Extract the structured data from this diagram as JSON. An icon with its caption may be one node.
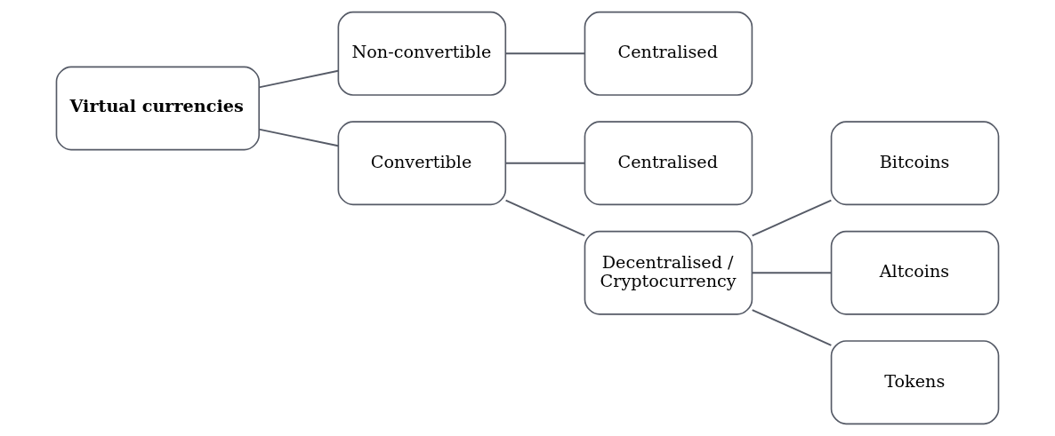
{
  "diagram": {
    "nodes": [
      {
        "text": [
          "Virtual currencies"
        ]
      },
      {
        "text": [
          "Non-convertible"
        ]
      },
      {
        "text": [
          "Centralised"
        ]
      },
      {
        "text": [
          "Convertible"
        ]
      },
      {
        "text": [
          "Centralised"
        ]
      },
      {
        "text": [
          "Decentralised / Cryptocurrency"
        ]
      },
      {
        "text": [
          "Bitcoins"
        ]
      },
      {
        "text": [
          "Altcoins"
        ]
      },
      {
        "text": [
          "Tokens"
        ]
      }
    ],
    "edges": [
      {
        "from": 0,
        "to": 1,
        "arrow": "none"
      },
      {
        "from": 0,
        "to": 3,
        "arrow": "none"
      },
      {
        "from": 1,
        "to": 2,
        "arrow": "none"
      },
      {
        "from": 3,
        "to": 4,
        "arrow": "none"
      },
      {
        "from": 3,
        "to": 5,
        "arrow": "none"
      },
      {
        "from": 5,
        "to": 6,
        "arrow": "none"
      },
      {
        "from": 5,
        "to": 7,
        "arrow": "none"
      },
      {
        "from": 5,
        "to": 8,
        "arrow": "none"
      }
    ]
  }
}
